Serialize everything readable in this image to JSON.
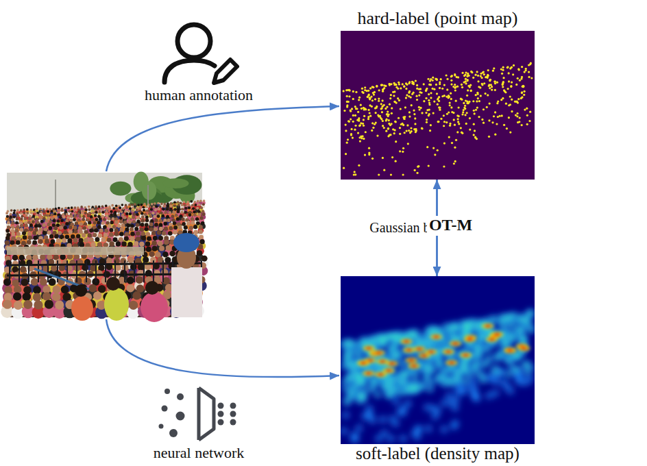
{
  "diagram": {
    "nodes": [
      {
        "text": [
          "hard-label (point map)"
        ]
      },
      {
        "text": [
          "soft-label (density map)"
        ]
      }
    ],
    "edges": [
      {
        "from": 0,
        "to": 1,
        "arrow": "to",
        "label": "Gaussian blur"
      },
      {
        "from": 1,
        "to": 0,
        "arrow": "to",
        "label": "OT-M"
      }
    ],
    "labels": [
      "human annotation",
      "neural network"
    ]
  }
}
